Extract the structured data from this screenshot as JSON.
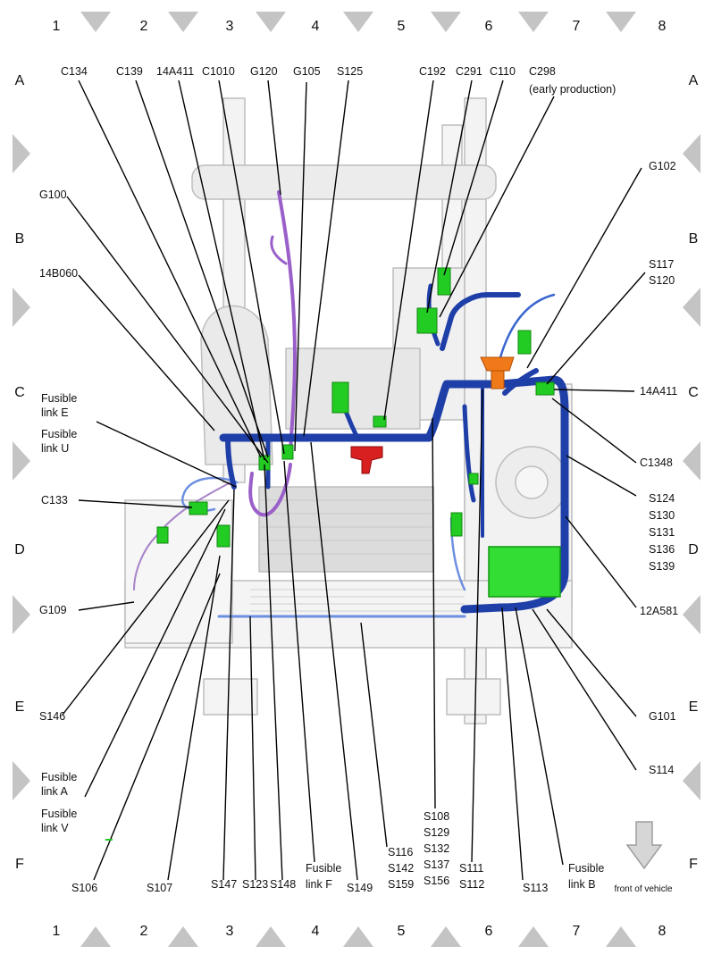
{
  "grid": {
    "columns": [
      "1",
      "2",
      "3",
      "4",
      "5",
      "6",
      "7",
      "8"
    ],
    "rows": [
      "A",
      "B",
      "C",
      "D",
      "E",
      "F"
    ]
  },
  "labels": {
    "c134": "C134",
    "c139": "C139",
    "l14a411_top": "14A411",
    "c1010": "C1010",
    "g120": "G120",
    "g105": "G105",
    "s125": "S125",
    "c192": "C192",
    "c291": "C291",
    "c110": "C110",
    "c298": "C298",
    "c298_note": "(early production)",
    "g102": "G102",
    "g100": "G100",
    "l14b060": "14B060",
    "s117": "S117",
    "s120": "S120",
    "l14a411_right": "14A411",
    "fusible_e_1": "Fusible",
    "fusible_e_2": "link E",
    "fusible_u_1": "Fusible",
    "fusible_u_2": "link U",
    "c1348": "C1348",
    "c133": "C133",
    "s124": "S124",
    "s130": "S130",
    "s131": "S131",
    "s136": "S136",
    "s139": "S139",
    "g109": "G109",
    "l12a581": "12A581",
    "g101": "G101",
    "s146": "S146",
    "s114": "S114",
    "fusible_a_1": "Fusible",
    "fusible_a_2": "link A",
    "fusible_v_1": "Fusible",
    "fusible_v_2": "link V",
    "s108": "S108",
    "s129": "S129",
    "s132": "S132",
    "s137": "S137",
    "s156": "S156",
    "s116": "S116",
    "s142": "S142",
    "s159": "S159",
    "fusible_f_1": "Fusible",
    "fusible_f_2": "link F",
    "fusible_b_1": "Fusible",
    "fusible_b_2": "link B",
    "s106": "S106",
    "s107": "S107",
    "s147": "S147",
    "s123": "S123",
    "s148": "S148",
    "s149": "S149",
    "s111": "S111",
    "s112": "S112",
    "s113": "S113",
    "front_of_vehicle": "front of vehicle"
  },
  "colors": {
    "harness_main": "#1f3fa8",
    "harness_light": "#6d8fe0",
    "harness_violet": "#9a5fc9",
    "connector_green": "#22cc22",
    "connector_orange": "#f07a1a",
    "connector_red": "#d82020",
    "grid_triangle": "#c4c4c4"
  }
}
